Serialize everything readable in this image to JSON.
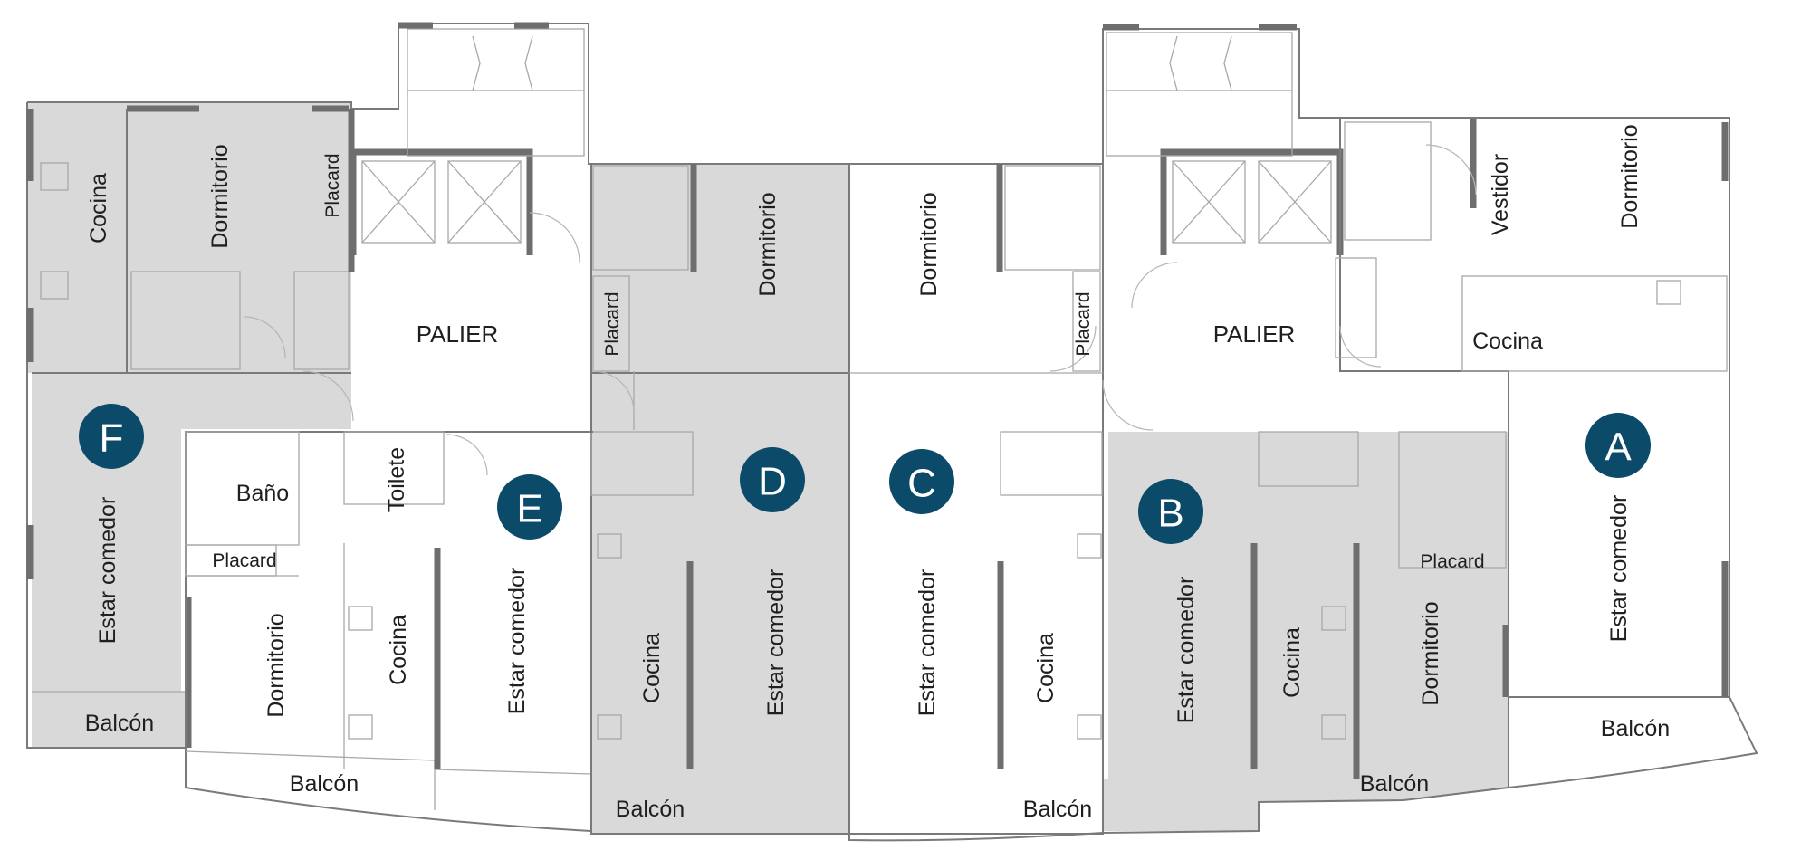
{
  "plan": {
    "colors": {
      "shaded": "#d9d9da",
      "unshaded": "#ffffff",
      "badge": "#0c4a6a",
      "badge_text": "#ffffff"
    },
    "units": [
      {
        "id": "a",
        "letter": "A"
      },
      {
        "id": "b",
        "letter": "B"
      },
      {
        "id": "c",
        "letter": "C"
      },
      {
        "id": "d",
        "letter": "D"
      },
      {
        "id": "e",
        "letter": "E"
      },
      {
        "id": "f",
        "letter": "F"
      }
    ],
    "labels": {
      "palier": "PALIER",
      "estar_comedor": "Estar comedor",
      "dormitorio": "Dormitorio",
      "cocina": "Cocina",
      "balcon": "Balcón",
      "placard": "Placard",
      "bano": "Baño",
      "toilete": "Toilete",
      "vestidor": "Vestidor"
    }
  }
}
